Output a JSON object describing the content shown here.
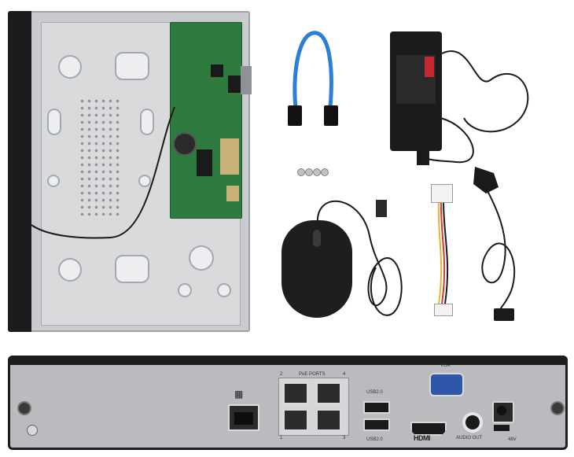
{
  "photo": {
    "items": [
      {
        "name": "nvr-open-chassis"
      },
      {
        "name": "sata-cable"
      },
      {
        "name": "power-adapter"
      },
      {
        "name": "screws"
      },
      {
        "name": "usb-mouse"
      },
      {
        "name": "sata-power-cable"
      },
      {
        "name": "power-cord"
      },
      {
        "name": "nvr-rear-panel"
      }
    ],
    "colors": {
      "chassis": "#c9cbce",
      "pcb": "#2e7a3f",
      "sata_cable": "#2d7fd6",
      "vga_port": "#2f57a8",
      "psu_warning_label": "#c6262e",
      "dark_plastic": "#1b1b1b"
    }
  },
  "rear_panel": {
    "labels": {
      "poe_ports": "PoE PORTS",
      "port_2": "2",
      "port_4": "4",
      "port_1": "1",
      "port_3": "3",
      "usb_top": "USB2.0",
      "usb_bottom": "USB2.0",
      "vga": "VGA",
      "hdmi": "HDMI",
      "audio_out": "AUDIO OUT",
      "dc_in": "48V"
    }
  }
}
